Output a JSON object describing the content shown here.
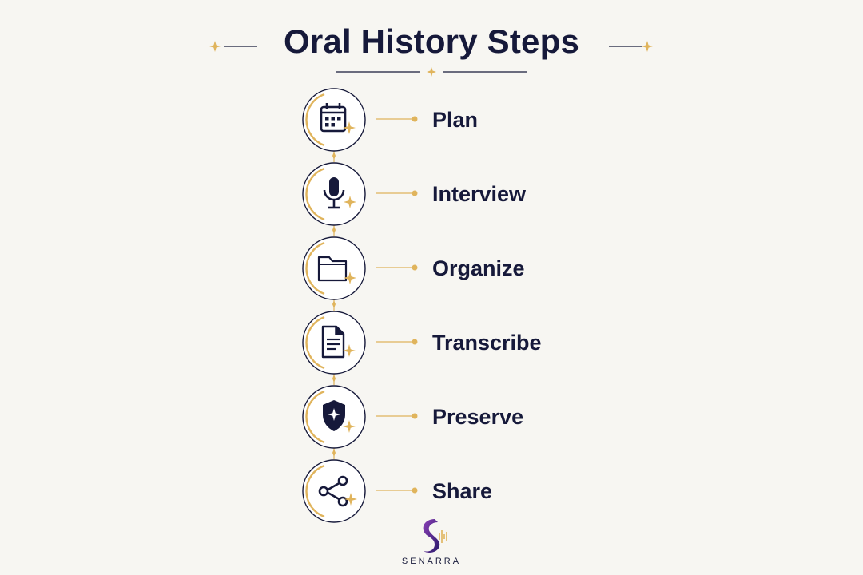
{
  "title": "Oral History Steps",
  "steps": [
    {
      "label": "Plan",
      "icon": "calendar-icon"
    },
    {
      "label": "Interview",
      "icon": "microphone-icon"
    },
    {
      "label": "Organize",
      "icon": "folder-icon"
    },
    {
      "label": "Transcribe",
      "icon": "document-icon"
    },
    {
      "label": "Preserve",
      "icon": "shield-icon"
    },
    {
      "label": "Share",
      "icon": "share-icon"
    }
  ],
  "brand": {
    "name": "SENARRA"
  },
  "colors": {
    "navy": "#16193a",
    "gold": "#e0b45c",
    "background": "#f7f6f2",
    "purple": "#5b2a86"
  }
}
